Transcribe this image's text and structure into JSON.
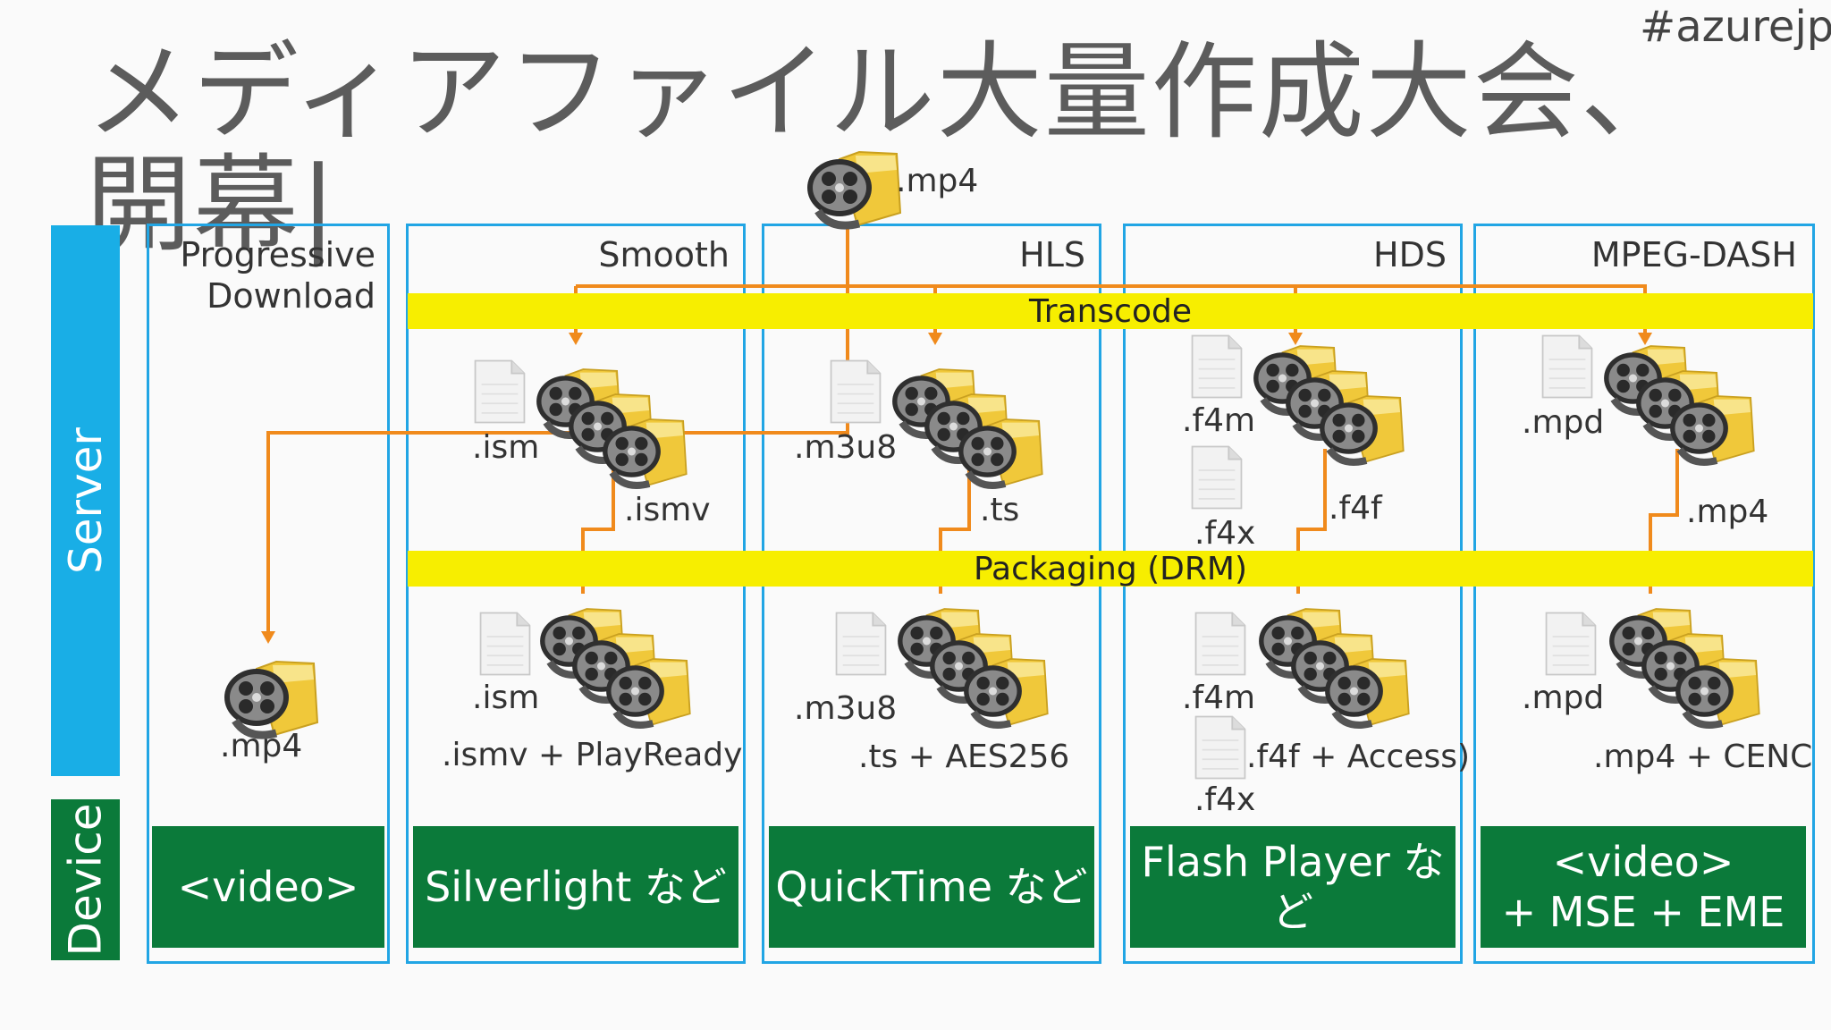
{
  "hashtag": "#azurejp",
  "title": "メディアファイル大量作成大会、開幕|",
  "source": {
    "label": ".mp4"
  },
  "sidebar": {
    "server": "Server",
    "device": "Device"
  },
  "bands": {
    "transcode": "Transcode",
    "packaging": "Packaging (DRM)"
  },
  "columns": [
    {
      "heading": [
        "Progressive",
        "Download"
      ],
      "output": ".mp4",
      "device": [
        "<video>"
      ]
    },
    {
      "heading": [
        "Smooth"
      ],
      "manifest": ".ism",
      "media": ".ismv",
      "packaged_manifest": ".ism",
      "packaged_media": ".ismv + PlayReady",
      "device": [
        "Silverlight など"
      ]
    },
    {
      "heading": [
        "HLS"
      ],
      "manifest": ".m3u8",
      "media": ".ts",
      "packaged_manifest": ".m3u8",
      "packaged_media": ".ts + AES256",
      "device": [
        "QuickTime など"
      ]
    },
    {
      "heading": [
        "HDS"
      ],
      "manifest": ".f4m",
      "index": ".f4x",
      "media": ".f4f",
      "packaged_manifest": ".f4m",
      "packaged_index": ".f4x",
      "packaged_media": ".f4f + Access)",
      "device": [
        "Flash Player な",
        "ど"
      ]
    },
    {
      "heading": [
        "MPEG-DASH"
      ],
      "manifest": ".mpd",
      "media": ".mp4",
      "packaged_manifest": ".mpd",
      "packaged_media": ".mp4 + CENC",
      "device": [
        "<video>",
        "+ MSE + EME"
      ]
    }
  ],
  "colors": {
    "server": "#19aee6",
    "device": "#0b7a3a",
    "band": "#f7ee00",
    "arrow": "#f08a1c",
    "column_border": "#21a5e4"
  },
  "icons": [
    "film-reel-folder-icon",
    "document-icon",
    "film-stack-icon"
  ]
}
